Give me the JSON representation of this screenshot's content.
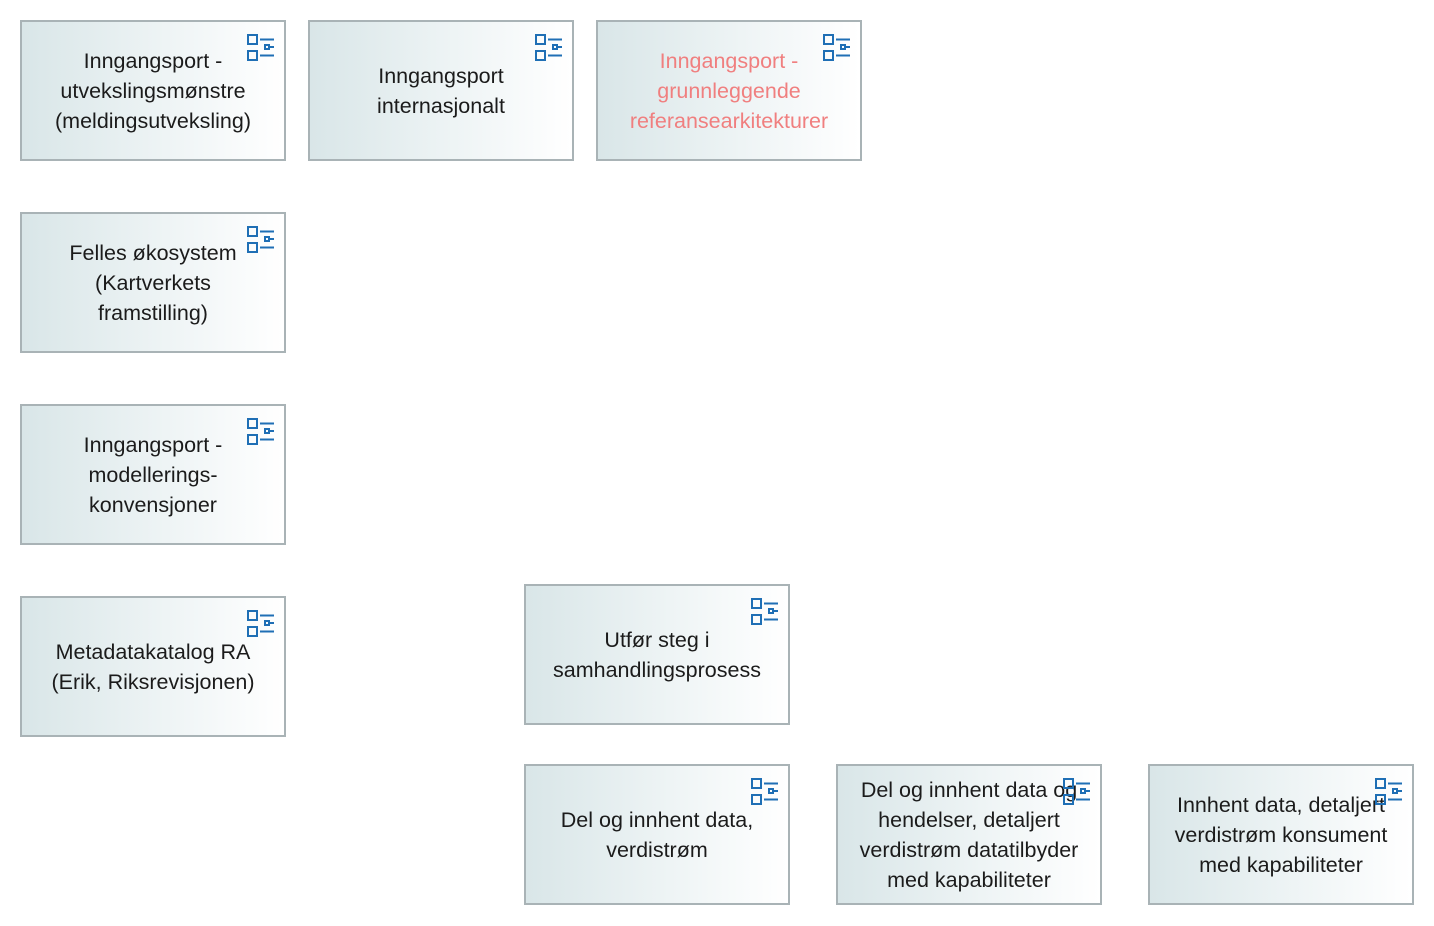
{
  "colors": {
    "node_border": "#a9b3b6",
    "node_fill_start": "#d9e6e8",
    "node_fill_end": "#ffffff",
    "text": "#1b1b1b",
    "text_muted": "#f07f7f",
    "icon": "#1f6fb5"
  },
  "nodes": [
    {
      "id": "inngangsport-utvekslingsmonstre",
      "label": "Inngangsport -\nutvekslingsmønstre\n(meldingsutveksling)",
      "muted": false,
      "icon": "application-process-icon"
    },
    {
      "id": "inngangsport-internasjonalt",
      "label": "Inngangsport\ninternasjonalt",
      "muted": false,
      "icon": "application-process-icon"
    },
    {
      "id": "inngangsport-grunnleggende",
      "label": "Inngangsport -\ngrunnleggende\nreferansearkitekturer",
      "muted": true,
      "icon": "application-process-icon"
    },
    {
      "id": "felles-okosystem",
      "label": "Felles økosystem\n(Kartverkets\nframstilling)",
      "muted": false,
      "icon": "application-process-icon"
    },
    {
      "id": "inngangsport-modellering",
      "label": "Inngangsport -\nmodellerings-\nkonvensjoner",
      "muted": false,
      "icon": "application-process-icon"
    },
    {
      "id": "metadatakatalog-ra",
      "label": "Metadatakatalog RA\n(Erik, Riksrevisjonen)",
      "muted": false,
      "icon": "application-process-icon"
    },
    {
      "id": "utfor-steg",
      "label": "Utfør steg i\nsamhandlingsprosess",
      "muted": false,
      "icon": "application-process-icon"
    },
    {
      "id": "del-og-innhent-verdistrom",
      "label": "Del og innhent data,\nverdistrøm",
      "muted": false,
      "icon": "application-process-icon"
    },
    {
      "id": "del-og-innhent-hendelser",
      "label": "Del og innhent data og\nhendelser, detaljert\nverdistrøm datatilbyder\nmed kapabiliteter",
      "muted": false,
      "icon": "application-process-icon"
    },
    {
      "id": "innhent-data-konsument",
      "label": "Innhent data, detaljert\nverdistrøm konsument\nmed kapabiliteter",
      "muted": false,
      "icon": "application-process-icon"
    }
  ]
}
